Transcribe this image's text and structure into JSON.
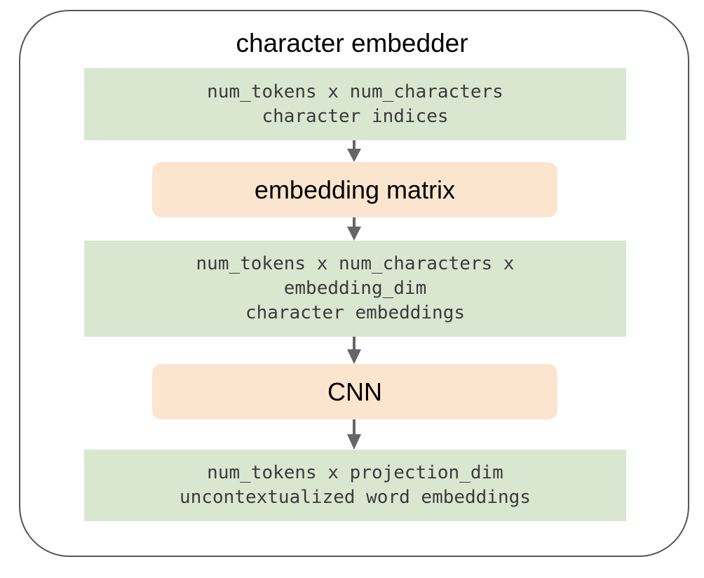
{
  "diagram": {
    "title": "character embedder",
    "colors": {
      "tensor_fill": "#d9e7d0",
      "operation_fill": "#fce5cf",
      "arrow": "#666666",
      "frame_border": "#555555",
      "tensor_text": "#3b3b3b",
      "operation_text": "#000000",
      "background": "#ffffff"
    },
    "nodes": [
      {
        "id": "tensor-0",
        "kind": "tensor",
        "text": "num_tokens x num_characters\ncharacter indices",
        "lines": [
          "num_tokens x num_characters",
          "character indices"
        ]
      },
      {
        "id": "op-0",
        "kind": "operation",
        "text": "embedding matrix",
        "lines": [
          "embedding matrix"
        ]
      },
      {
        "id": "tensor-1",
        "kind": "tensor",
        "text": "num_tokens x num_characters x\nembedding_dim\ncharacter embeddings",
        "lines": [
          "num_tokens x num_characters x",
          "embedding_dim",
          "character embeddings"
        ]
      },
      {
        "id": "op-1",
        "kind": "operation",
        "text": "CNN",
        "lines": [
          "CNN"
        ]
      },
      {
        "id": "tensor-2",
        "kind": "tensor",
        "text": "num_tokens x projection_dim\nuncontextualized word embeddings",
        "lines": [
          "num_tokens x projection_dim",
          "uncontextualized word embeddings"
        ]
      }
    ],
    "arrows": [
      {
        "id": "arrow-0",
        "from": "tensor-0",
        "to": "op-0",
        "direction": "down"
      },
      {
        "id": "arrow-1",
        "from": "op-0",
        "to": "tensor-1",
        "direction": "down"
      },
      {
        "id": "arrow-2",
        "from": "tensor-1",
        "to": "op-1",
        "direction": "down"
      },
      {
        "id": "arrow-3",
        "from": "op-1",
        "to": "tensor-2",
        "direction": "down"
      }
    ]
  }
}
